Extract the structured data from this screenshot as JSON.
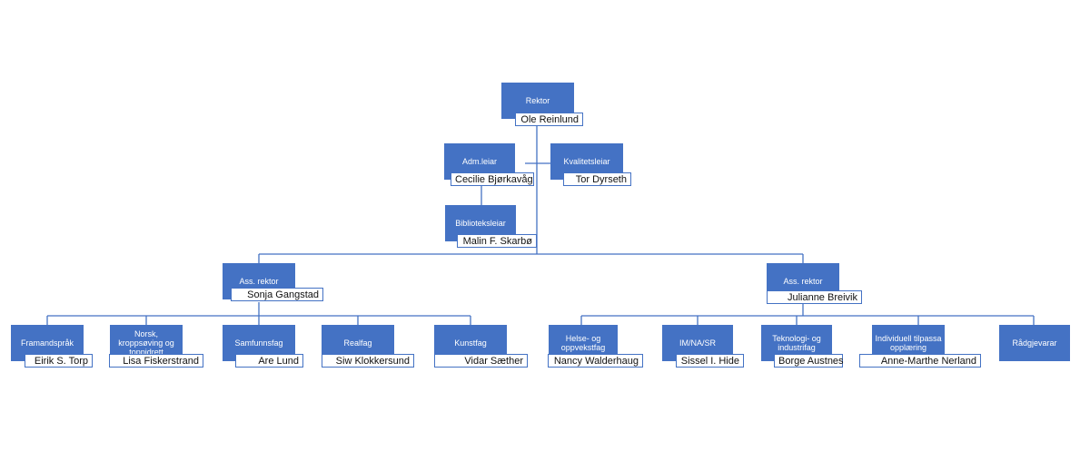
{
  "colors": {
    "box": "#4472c4",
    "line": "#4472c4",
    "name_border": "#4472c4"
  },
  "rektor": {
    "role": "Rektor",
    "name": "Ole Reinlund"
  },
  "adm_leiar": {
    "role": "Adm.leiar",
    "name": "Cecilie Bjørkavåg"
  },
  "kvalitetsleiar": {
    "role": "Kvalitetsleiar",
    "name": "Tor Dyrseth"
  },
  "biblioteksleiar": {
    "role": "Biblioteksleiar",
    "name": "Malin F. Skarbø"
  },
  "ass_rektor_left": {
    "role": "Ass. rektor",
    "name": "Sonja Gangstad"
  },
  "ass_rektor_right": {
    "role": "Ass. rektor",
    "name": "Julianne Breivik"
  },
  "left_units": [
    {
      "role": "Framandspråk",
      "name": "Eirik S. Torp"
    },
    {
      "role": "Norsk, kroppsøving og toppidrett",
      "name": "Lisa Fiskerstrand"
    },
    {
      "role": "Samfunnsfag",
      "name": "Are Lund"
    },
    {
      "role": "Realfag",
      "name": "Siw Klokkersund"
    },
    {
      "role": "Kunstfag",
      "name": "Vidar Sæther"
    }
  ],
  "right_units": [
    {
      "role": "Helse- og oppvekstfag",
      "name": "Nancy Walderhaug"
    },
    {
      "role": "IM/NA/SR",
      "name": "Sissel I. Hide"
    },
    {
      "role": "Teknologi- og industrifag",
      "name": "Borge Austnes"
    },
    {
      "role": "Individuell tilpassa opplæring",
      "name": "Anne-Marthe Nerland"
    },
    {
      "role": "Rådgjevarar",
      "name": ""
    }
  ]
}
